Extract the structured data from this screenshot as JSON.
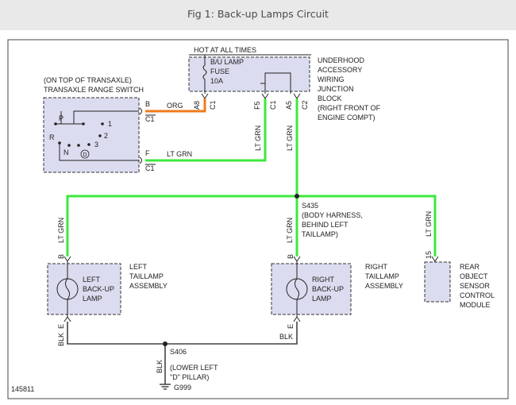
{
  "header": {
    "title": "Fig 1: Back-up Lamps Circuit"
  },
  "transaxle": {
    "location": "(ON TOP OF TRANSAXLE)",
    "name": "TRANSAXLE RANGE SWITCH",
    "positions": [
      "P",
      "R",
      "N",
      "D",
      "3",
      "2",
      "1"
    ],
    "pin_b": "B",
    "pin_f": "F",
    "conn_b": "C1",
    "conn_f": "C1"
  },
  "fuse_block": {
    "hot": "HOT AT ALL TIMES",
    "fuse_line1": "B/U LAMP",
    "fuse_line2": "FUSE",
    "fuse_line3": "10A",
    "desc": [
      "UNDERHOOD",
      "ACCESSORY",
      "WIRING",
      "JUNCTION",
      "BLOCK",
      "(RIGHT FRONT OF",
      "ENGINE COMPT)"
    ],
    "pins": [
      "A8",
      "F5",
      "A5"
    ],
    "conns": [
      "C1",
      "C1",
      "C2"
    ]
  },
  "wires": {
    "org": "ORG",
    "lt_grn": "LT GRN",
    "blk": "BLK"
  },
  "splice_s435": {
    "id": "S435",
    "desc": [
      "(BODY HARNESS,",
      "BEHIND LEFT",
      "TAILLAMP)"
    ]
  },
  "left_lamp": {
    "pin_b": "B",
    "pin_e": "E",
    "label": [
      "LEFT",
      "BACK-UP",
      "LAMP"
    ],
    "assembly": [
      "LEFT",
      "TAILLAMP",
      "ASSEMBLY"
    ]
  },
  "right_lamp": {
    "pin_b": "B",
    "pin_e": "E",
    "label": [
      "RIGHT",
      "BACK-UP",
      "LAMP"
    ],
    "assembly": [
      "RIGHT",
      "TAILLAMP",
      "ASSEMBLY"
    ]
  },
  "rear_module": {
    "pin": "15",
    "label": [
      "REAR",
      "OBJECT",
      "SENSOR",
      "CONTROL",
      "MODULE"
    ]
  },
  "splice_s406": {
    "id": "S406",
    "desc": [
      "(LOWER LEFT",
      "\"D\" PILLAR)"
    ]
  },
  "ground": {
    "id": "G999"
  },
  "figure_id": "145811"
}
